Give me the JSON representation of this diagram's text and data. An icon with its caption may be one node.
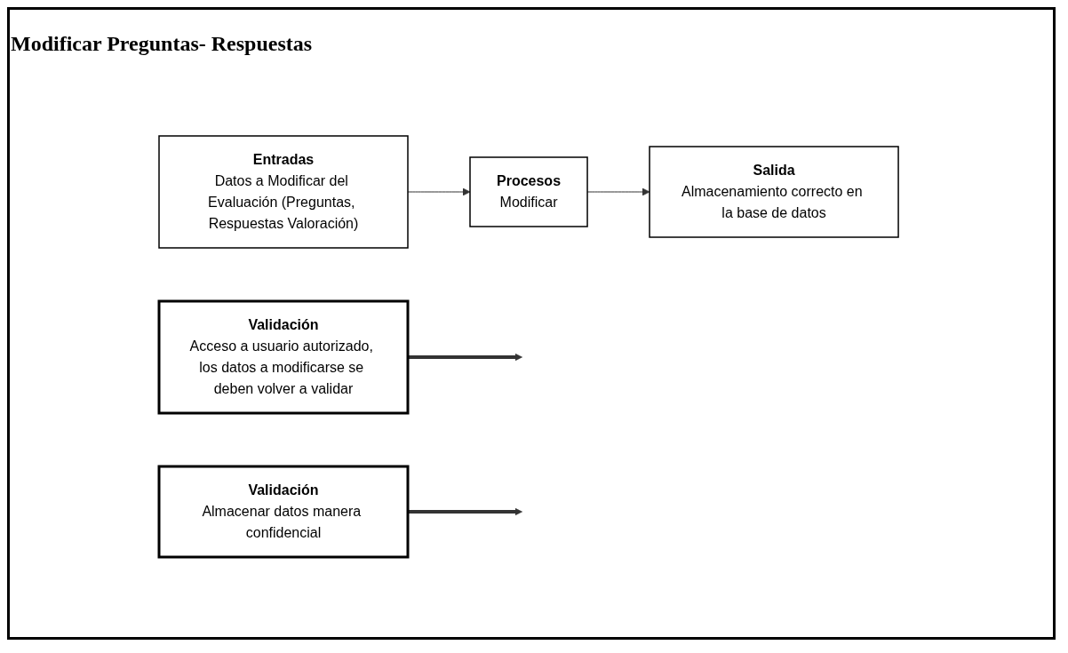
{
  "diagram": {
    "title": "Modificar Preguntas- Respuestas",
    "nodes": [
      {
        "text": [
          "Entradas",
          "Datos a Modificar del Evaluación (Preguntas, Respuestas Valoración)"
        ]
      },
      {
        "text": [
          "Procesos",
          "Modificar"
        ]
      },
      {
        "text": [
          "Salida",
          "Almacenamiento correcto en la base de datos"
        ]
      },
      {
        "text": [
          "Validación",
          "Acceso a usuario autorizado, los datos a modificarse se deben volver a validar"
        ]
      },
      {
        "text": [
          "Validación",
          "Almacenar datos manera confidencial"
        ]
      }
    ],
    "edges": [
      {
        "from": 0,
        "to": 1,
        "arrow": "to"
      },
      {
        "from": 1,
        "to": 2,
        "arrow": "to"
      },
      {
        "from": 3,
        "to": null,
        "arrow": "to",
        "style": "thick"
      },
      {
        "from": 4,
        "to": null,
        "arrow": "to",
        "style": "thick"
      }
    ]
  }
}
